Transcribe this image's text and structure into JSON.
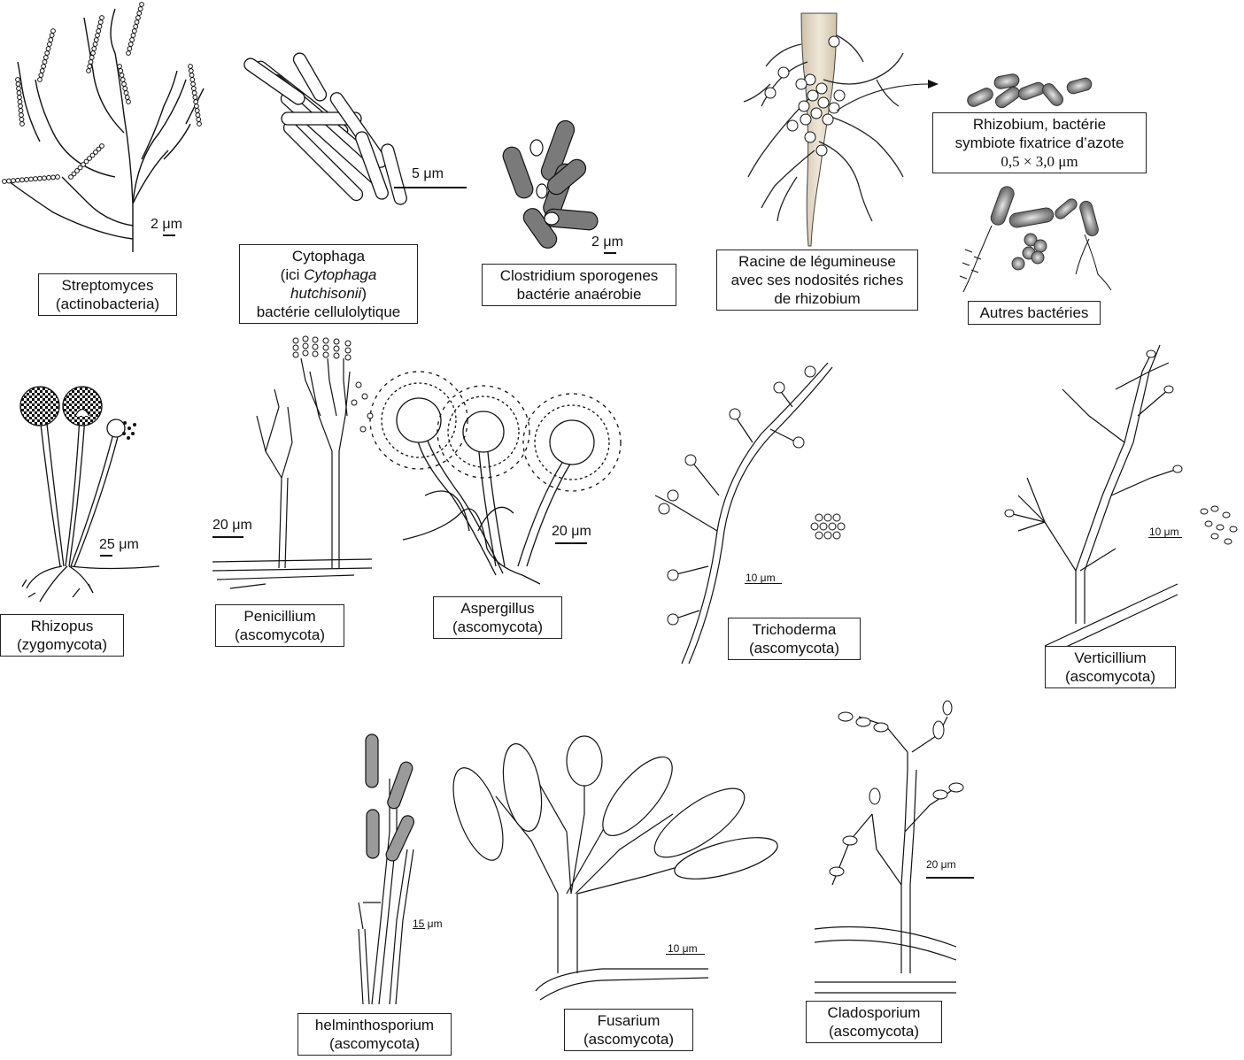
{
  "labels": {
    "streptomyces": [
      "Streptomyces",
      "(actinobacteria)"
    ],
    "cytophaga": {
      "line1": "Cytophaga",
      "line2_prefix": "(ici ",
      "line2_italic": "Cytophaga hutchisonii",
      "line2_suffix": ")",
      "line3": "bactérie cellulolytique"
    },
    "clostridium": [
      "Clostridium sporogenes",
      "bactérie anaérobie"
    ],
    "racine": [
      "Racine de légumineuse",
      "avec ses nodosités riches",
      "de rhizobium"
    ],
    "rhizobium": [
      "Rhizobium, bactérie",
      "symbiote fixatrice d’azote",
      "0,5 × 3,0 μm"
    ],
    "autres": [
      "Autres bactéries"
    ],
    "rhizopus": [
      "Rhizopus",
      "(zygomycota)"
    ],
    "penicillium": [
      "Penicillium",
      "(ascomycota)"
    ],
    "aspergillus": [
      "Aspergillus",
      "(ascomycota)"
    ],
    "trichoderma": [
      "Trichoderma",
      "(ascomycota)"
    ],
    "verticillium": [
      "Verticillium",
      "(ascomycota)"
    ],
    "helminthosporium": [
      "helminthosporium",
      "(ascomycota)"
    ],
    "fusarium": [
      "Fusarium",
      "(ascomycota)"
    ],
    "cladosporium": [
      "Cladosporium",
      "(ascomycota)"
    ]
  },
  "scales": {
    "streptomyces": "2 μm",
    "cytophaga": "5 μm",
    "clostridium": "2 μm",
    "rhizopus": "25 μm",
    "penicillium": "20 μm",
    "aspergillus": "20 μm",
    "trichoderma": "10 μm",
    "verticillium": "10 μm",
    "helminthosporium": "15 μm",
    "fusarium": "10 μm",
    "cladosporium": "20 μm"
  },
  "colors": {
    "ink": "#111111",
    "spore_gray": "#7a7a7a",
    "root_fill": "#e6dccb"
  }
}
